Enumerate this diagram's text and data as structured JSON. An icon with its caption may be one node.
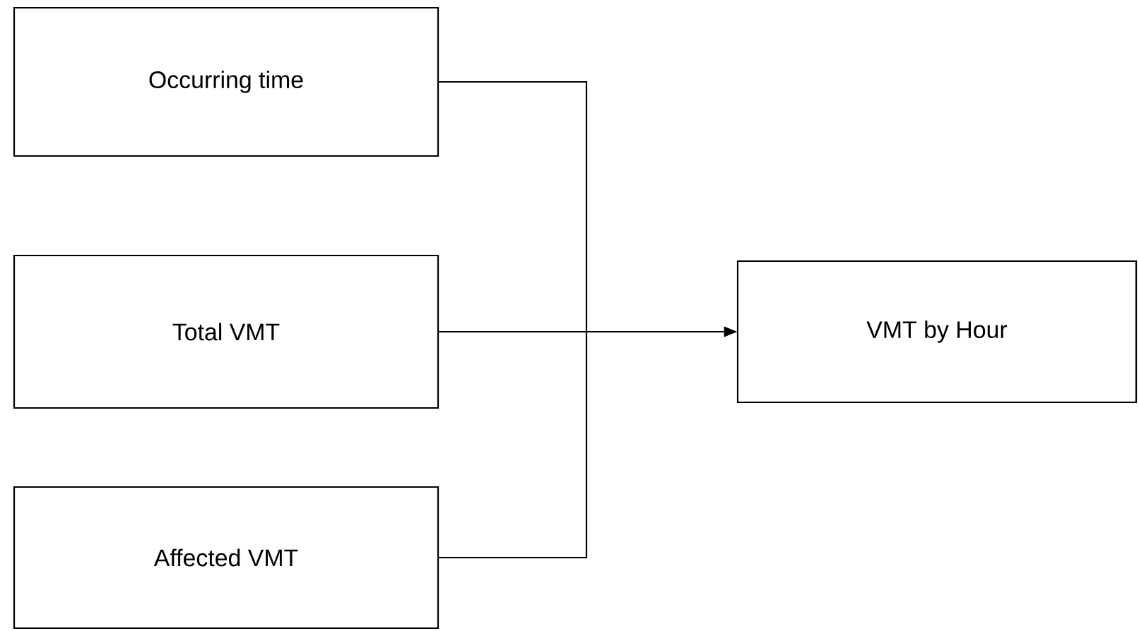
{
  "diagram": {
    "nodes": [
      {
        "text": [
          "Occurring time"
        ]
      },
      {
        "text": [
          "Total VMT"
        ]
      },
      {
        "text": [
          "Affected VMT"
        ]
      },
      {
        "text": [
          "VMT by Hour"
        ]
      }
    ],
    "edges": [
      {
        "from": 0,
        "to": 3,
        "arrow": "to"
      },
      {
        "from": 1,
        "to": 3,
        "arrow": "to"
      },
      {
        "from": 2,
        "to": 3,
        "arrow": "to"
      }
    ]
  }
}
